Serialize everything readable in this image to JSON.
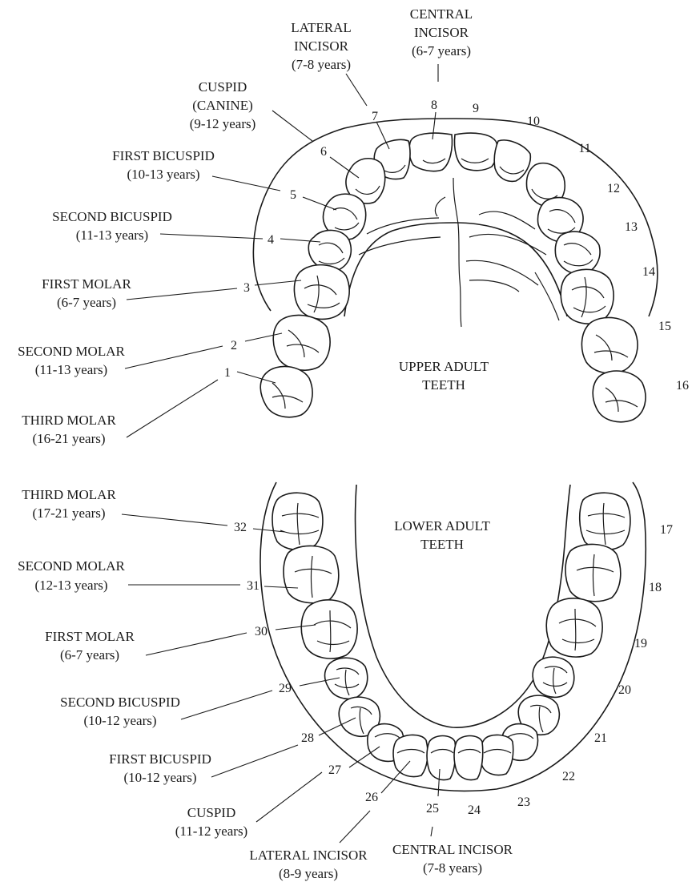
{
  "upper_title": [
    "UPPER ADULT",
    "TEETH"
  ],
  "lower_title": [
    "LOWER ADULT",
    "TEETH"
  ],
  "labels": {
    "central_incisor_upper": [
      "CENTRAL",
      "INCISOR",
      "(6-7 years)"
    ],
    "lateral_incisor_upper": [
      "LATERAL",
      "INCISOR",
      "(7-8 years)"
    ],
    "cuspid_upper": [
      "CUSPID",
      "(CANINE)",
      "(9-12 years)"
    ],
    "first_bicuspid_upper": [
      "FIRST BICUSPID",
      "(10-13 years)"
    ],
    "second_bicuspid_upper": [
      "SECOND BICUSPID",
      "(11-13 years)"
    ],
    "first_molar_upper": [
      "FIRST MOLAR",
      "(6-7 years)"
    ],
    "second_molar_upper": [
      "SECOND MOLAR",
      "(11-13 years)"
    ],
    "third_molar_upper": [
      "THIRD MOLAR",
      "(16-21 years)"
    ],
    "third_molar_lower": [
      "THIRD MOLAR",
      "(17-21 years)"
    ],
    "second_molar_lower": [
      "SECOND MOLAR",
      "(12-13 years)"
    ],
    "first_molar_lower": [
      "FIRST MOLAR",
      "(6-7 years)"
    ],
    "second_bicuspid_lower": [
      "SECOND BICUSPID",
      "(10-12 years)"
    ],
    "first_bicuspid_lower": [
      "FIRST BICUSPID",
      "(10-12 years)"
    ],
    "cuspid_lower": [
      "CUSPID",
      "(11-12 years)"
    ],
    "lateral_incisor_lower": [
      "LATERAL INCISOR",
      "(8-9 years)"
    ],
    "central_incisor_lower": [
      "CENTRAL INCISOR",
      "(7-8 years)"
    ]
  },
  "numbers": {
    "t1": "1",
    "t2": "2",
    "t3": "3",
    "t4": "4",
    "t5": "5",
    "t6": "6",
    "t7": "7",
    "t8": "8",
    "t9": "9",
    "t10": "10",
    "t11": "11",
    "t12": "12",
    "t13": "13",
    "t14": "14",
    "t15": "15",
    "t16": "16",
    "t17": "17",
    "t18": "18",
    "t19": "19",
    "t20": "20",
    "t21": "21",
    "t22": "22",
    "t23": "23",
    "t24": "24",
    "t25": "25",
    "t26": "26",
    "t27": "27",
    "t28": "28",
    "t29": "29",
    "t30": "30",
    "t31": "31",
    "t32": "32"
  }
}
